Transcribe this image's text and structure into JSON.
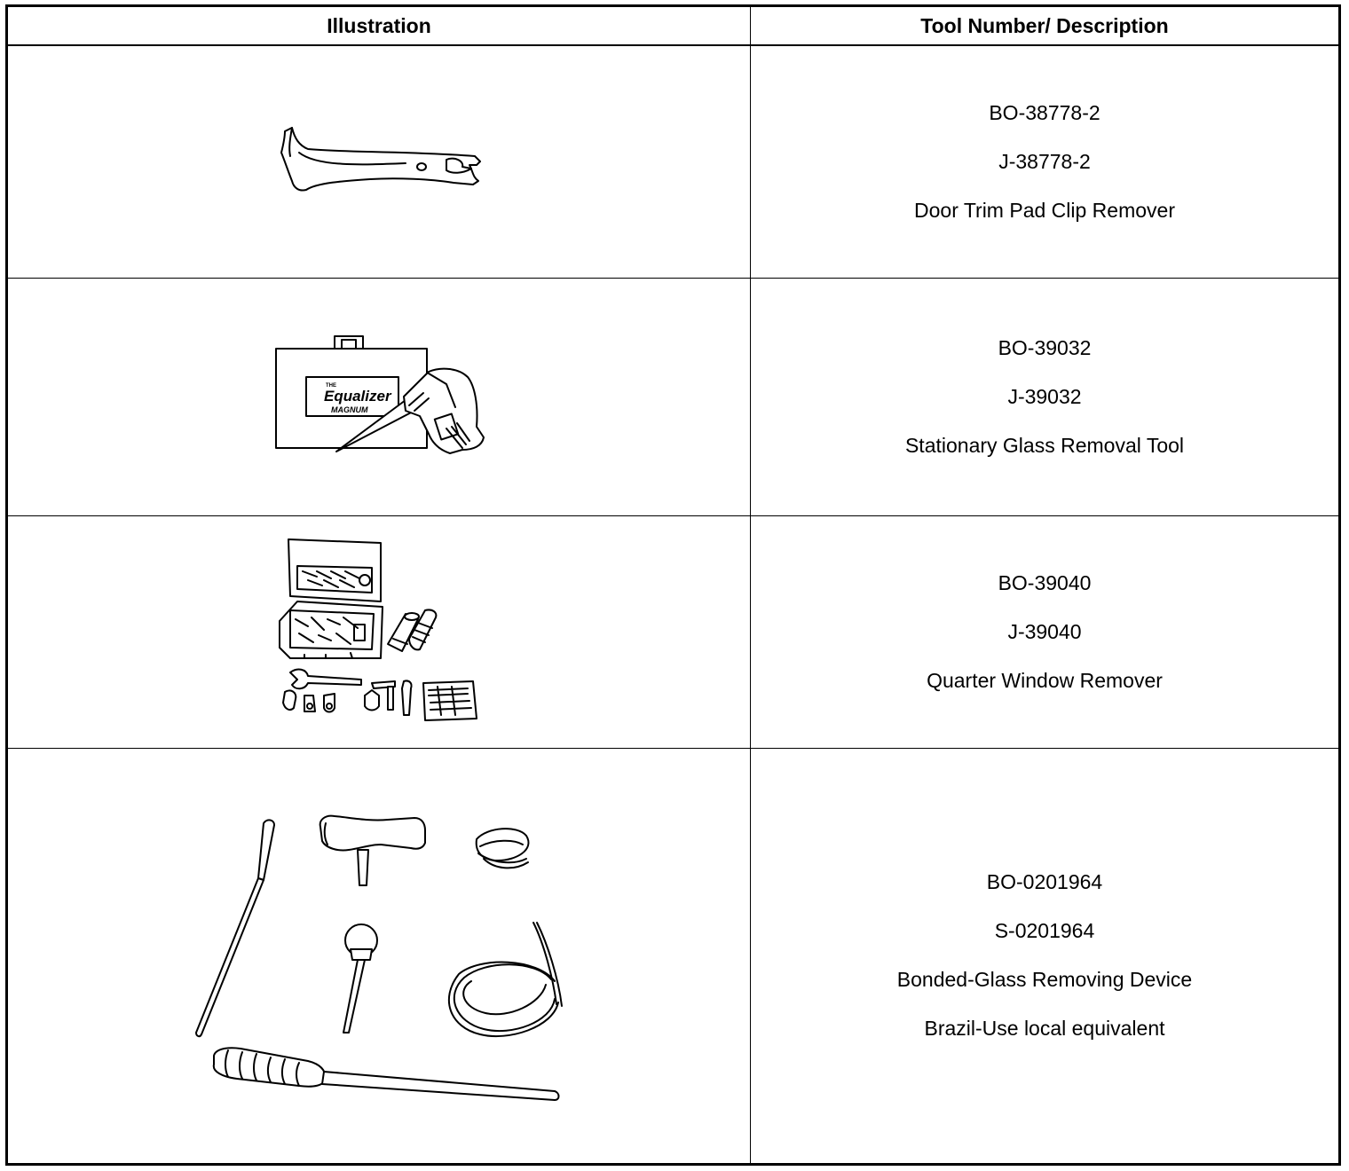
{
  "table": {
    "headers": {
      "illustration": "Illustration",
      "tool": "Tool Number/ Description"
    },
    "rows": [
      {
        "illustration": "door-trim-pad-clip-remover",
        "lines": [
          "BO-38778-2",
          "J-38778-2",
          "Door Trim Pad Clip Remover"
        ]
      },
      {
        "illustration": "stationary-glass-removal-tool",
        "logo": {
          "the": "THE",
          "name": "Equalizer",
          "sub": "MAGNUM"
        },
        "lines": [
          "BO-39032",
          "J-39032",
          "Stationary Glass Removal Tool"
        ]
      },
      {
        "illustration": "quarter-window-remover",
        "lines": [
          "BO-39040",
          "J-39040",
          "Quarter Window Remover"
        ]
      },
      {
        "illustration": "bonded-glass-removing-device",
        "lines": [
          "BO-0201964",
          "S-0201964",
          "Bonded-Glass Removing Device",
          "Brazil-Use local equivalent"
        ]
      }
    ]
  }
}
